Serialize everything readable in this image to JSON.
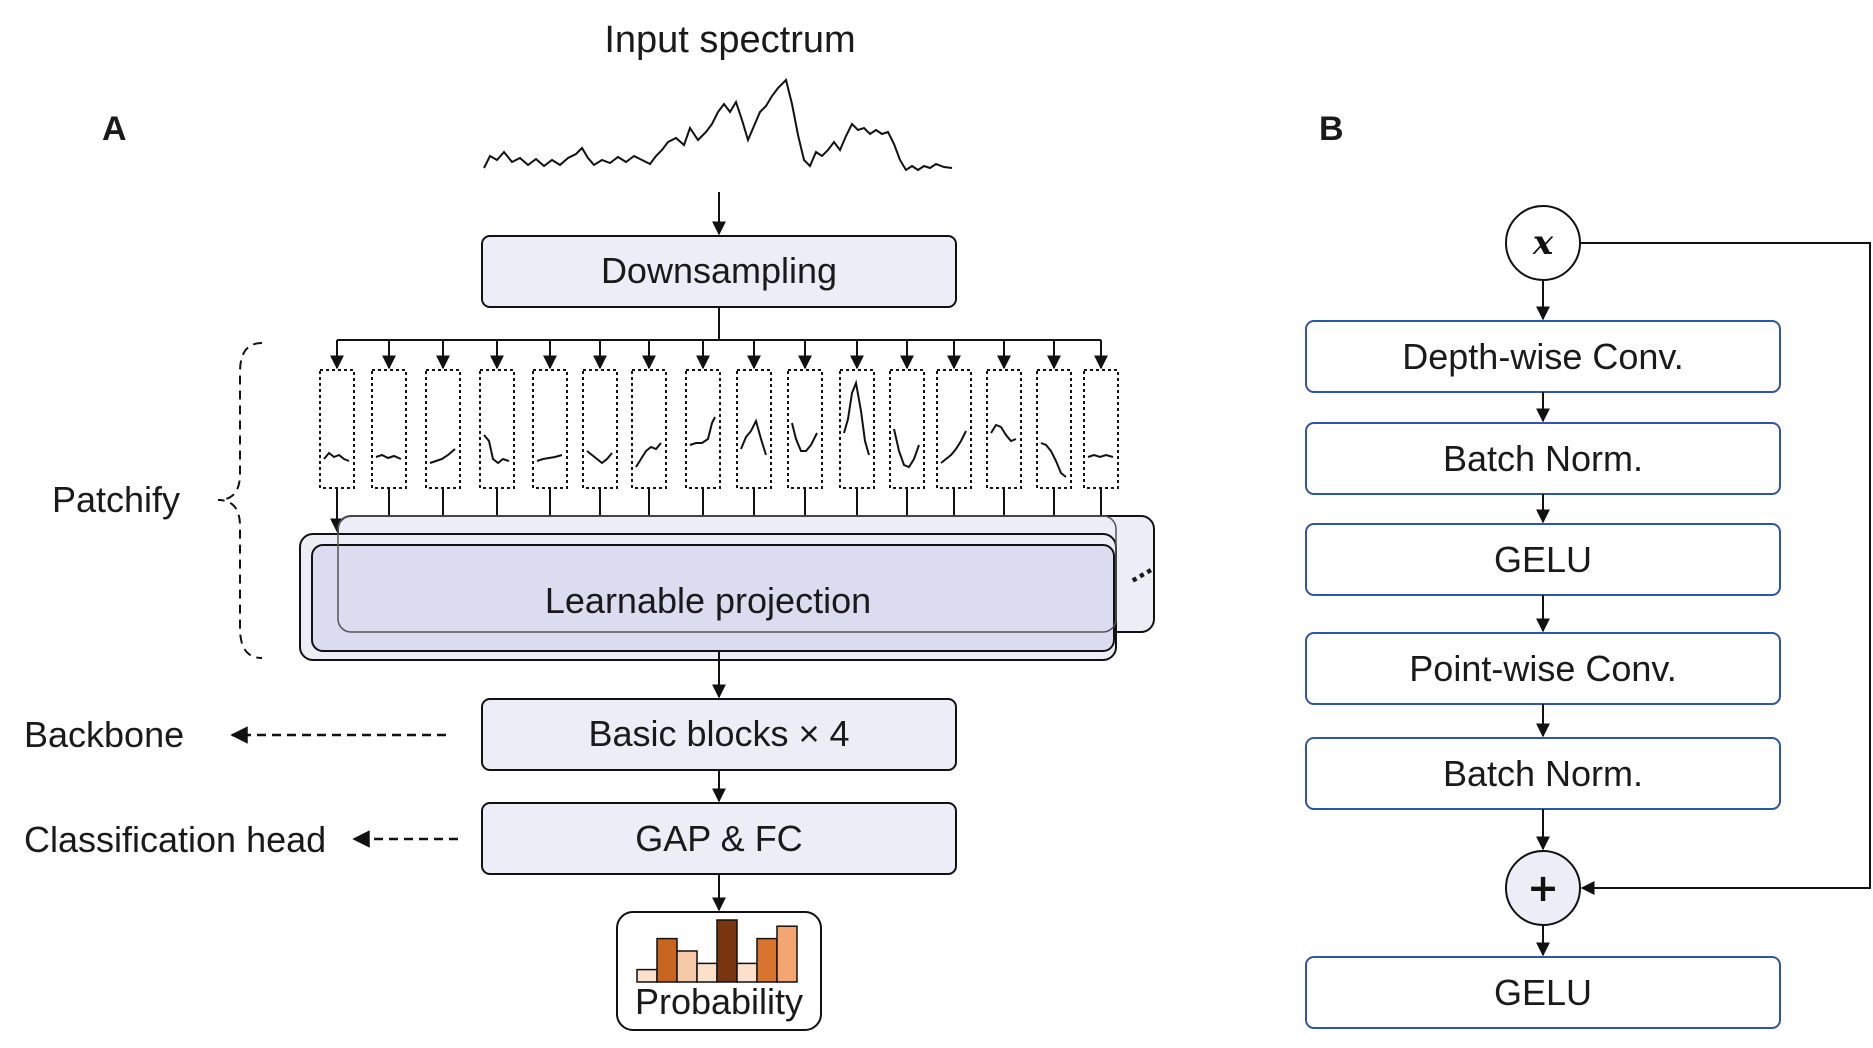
{
  "panel_a": {
    "letter": "A",
    "input_title": "Input spectrum",
    "downsampling_label": "Downsampling",
    "patchify_label": "Patchify",
    "projection_label": "Learnable projection",
    "ellipsis": "...",
    "backbone_label": "Backbone",
    "basic_blocks_label": "Basic blocks × 4",
    "head_label": "Classification head",
    "gap_fc_label": "GAP & FC",
    "probability_label": "Probability",
    "patch_count": 16,
    "probability_bars": [
      0.2,
      0.7,
      0.5,
      0.3,
      1.0,
      0.3,
      0.7,
      0.9
    ]
  },
  "panel_b": {
    "letter": "B",
    "input_symbol": "x",
    "depthwise_label": "Depth-wise Conv.",
    "batchnorm1_label": "Batch Norm.",
    "gelu1_label": "GELU",
    "pointwise_label": "Point-wise Conv.",
    "batchnorm2_label": "Batch Norm.",
    "add_symbol": "+",
    "gelu2_label": "GELU"
  },
  "colors": {
    "box_fill": "#ededf8",
    "projection_fill": "#dcdcf0",
    "panel_b_border": "#2f55a4",
    "probability_palette": [
      "#fbe0cc",
      "#c8651f",
      "#f5c8a8",
      "#fbe0cc",
      "#7a3510",
      "#fbe0cc",
      "#d8742e",
      "#f3a672"
    ]
  }
}
